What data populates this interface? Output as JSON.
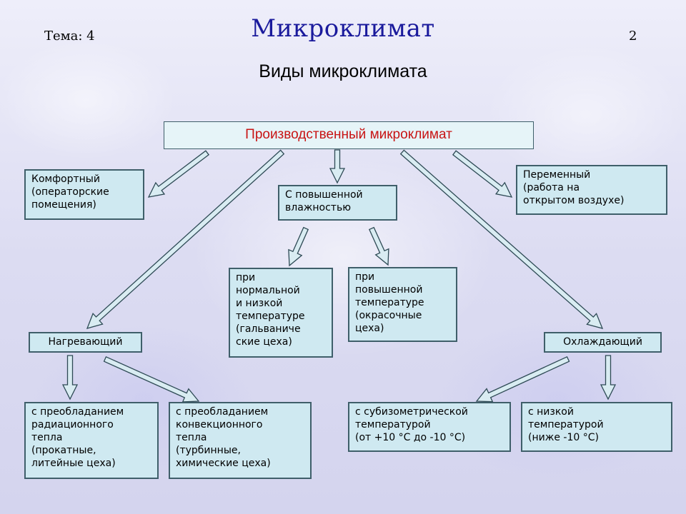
{
  "header": {
    "topic": "Тема: 4",
    "title": "Микроклимат",
    "page_number": "2",
    "subtitle": "Виды микроклимата"
  },
  "diagram": {
    "root": "Производственный микроклимат",
    "comfortable": "Комфортный\n(операторские\nпомещения)",
    "humid": "С повышенной\nвлажностью",
    "variable": "Переменный\n(работа на\nоткрытом воздухе)",
    "humid_normal_low": "при\nнормальной\nи низкой\nтемпературе\n(гальваниче\nские цеха)",
    "humid_high": "при\nповышенной\nтемпературе\n(окрасочные\nцеха)",
    "heating": "Нагревающий",
    "cooling": "Охлаждающий",
    "heating_radiation": "с преобладанием\nрадиационного\nтепла\n(прокатные,\nлитейные цеха)",
    "heating_convection": "с преобладанием\nконвекционного\nтепла\n(турбинные,\nхимические цеха)",
    "cooling_subisometric": "с субизометрической\nтемпературой\n(от +10 °С до -10 °С)",
    "cooling_low": "с низкой\nтемпературой\n(ниже -10 °С)"
  },
  "colors": {
    "title": "#1a1a9c",
    "root_text": "#c81414",
    "box_fill": "#cfe9f1",
    "box_border": "#3f5f6a",
    "arrow_fill": "#d9ecf2",
    "arrow_stroke": "#2e4a55"
  }
}
